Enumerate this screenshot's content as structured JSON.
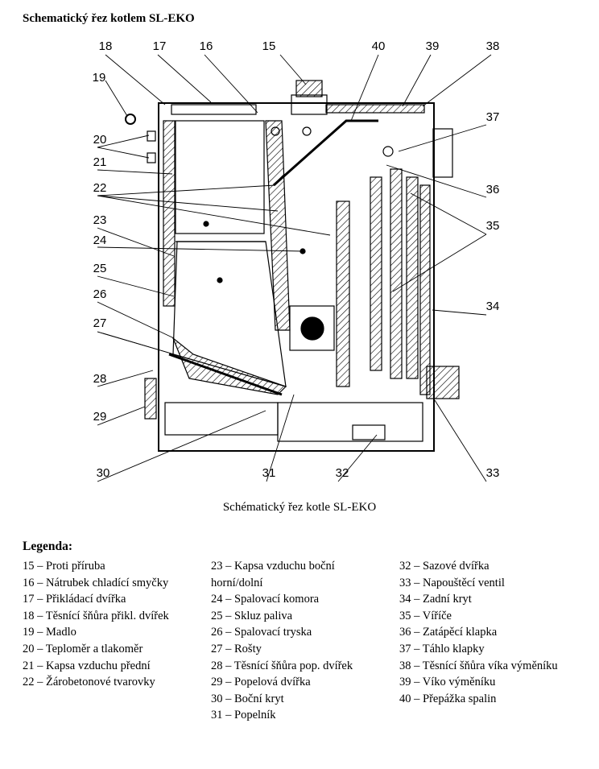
{
  "page_title": "Schematický řez kotlem SL-EKO",
  "callouts": {
    "n15": "15",
    "n16": "16",
    "n17": "17",
    "n18": "18",
    "n19": "19",
    "n20": "20",
    "n21": "21",
    "n22": "22",
    "n23": "23",
    "n24": "24",
    "n25": "25",
    "n26": "26",
    "n27": "27",
    "n28": "28",
    "n29": "29",
    "n30": "30",
    "n31": "31",
    "n32": "32",
    "n33": "33",
    "n34": "34",
    "n35": "35",
    "n36": "36",
    "n37": "37",
    "n38": "38",
    "n39": "39",
    "n40": "40"
  },
  "caption": "Schématický řez kotle SL-EKO",
  "legend": {
    "title": "Legenda:",
    "col1": [
      "15 – Proti příruba",
      "16 – Nátrubek chladící smyčky",
      "17 – Přikládací dvířka",
      "18 – Těsnící šňůra přikl. dvířek",
      "19 – Madlo",
      "20 – Teploměr a tlakoměr",
      "21 – Kapsa vzduchu přední",
      "22 – Žárobetonové tvarovky"
    ],
    "col2": [
      "23 – Kapsa vzduchu boční horní/dolní",
      "24 – Spalovací komora",
      "25 – Skluz paliva",
      "26 – Spalovací tryska",
      "27 – Rošty",
      "28 – Těsnící šňůra pop. dvířek",
      "29 – Popelová dvířka",
      "30 – Boční kryt",
      "31 – Popelník"
    ],
    "col3": [
      "32 – Sazové dvířka",
      "33 – Napouštěcí ventil",
      "34 – Zadní kryt",
      "35 – Víříče",
      "36 – Zatápěcí klapka",
      "37 – Táhlo klapky",
      "38 – Těsnící šňůra víka výměníku",
      "39 – Víko výměníku",
      "40 – Přepážka spalin"
    ]
  }
}
